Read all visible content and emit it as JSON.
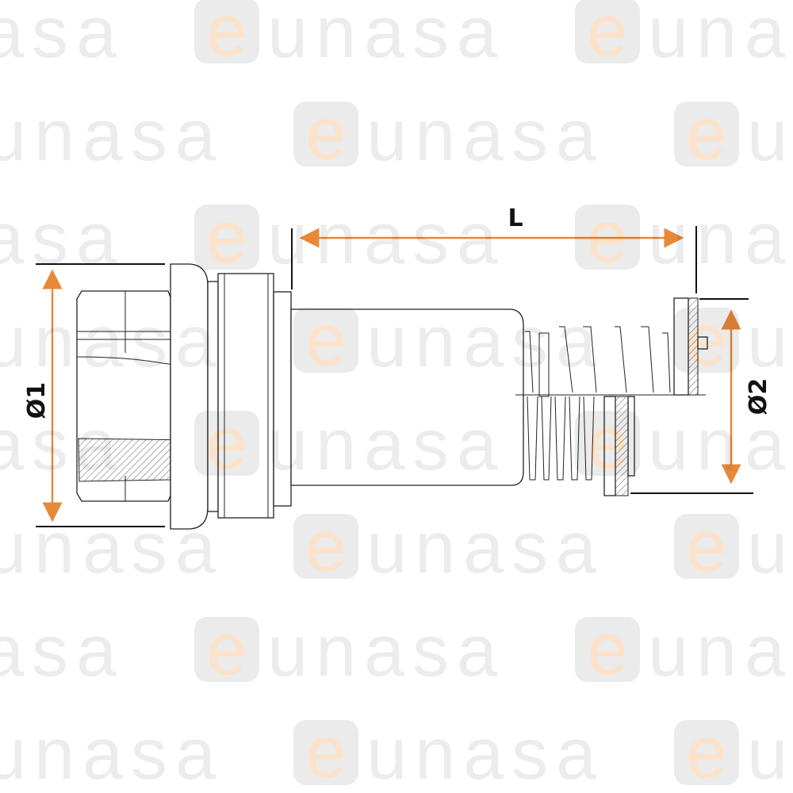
{
  "watermark": {
    "text": "eunasa",
    "letter_e": "e",
    "rest": "unasa",
    "box_color": "#ebebeb",
    "e_color": "#fbe2c8",
    "text_color": "#ececec"
  },
  "dimensions": {
    "length_label": "L",
    "diameter1_label": "Ø1",
    "diameter2_label": "Ø2"
  },
  "colors": {
    "dimension_arrow": "#e8893a",
    "line": "#222222",
    "hatch": "#777777"
  }
}
